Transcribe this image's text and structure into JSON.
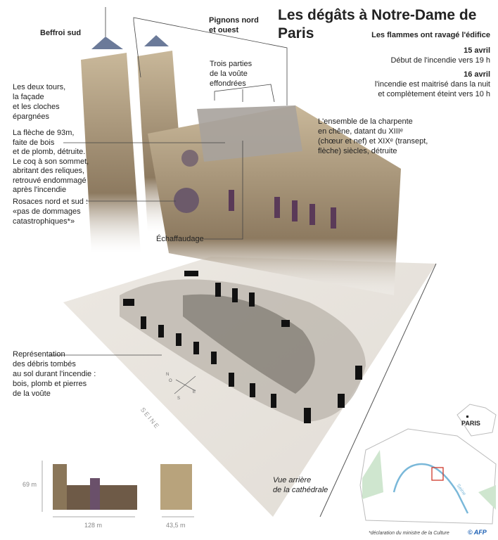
{
  "title": "Les dégâts à Notre-Dame de Paris",
  "subtitle": "Les flammes ont ravagé l'édifice",
  "timeline": [
    {
      "date": "15 avril",
      "text": [
        "Début de l'incendie vers 19 h"
      ]
    },
    {
      "date": "16 avril",
      "text": [
        "l'incendie est maitrisé dans la nuit",
        "et complètement éteint vers 10 h"
      ]
    }
  ],
  "labels": {
    "beffroi": "Beffroi sud",
    "pignons": [
      "Pignons nord",
      "et ouest"
    ],
    "voute": [
      "Trois parties",
      "de la voûte",
      "effondrées"
    ],
    "tours": [
      "Les deux tours,",
      "la façade",
      "et les cloches",
      "épargnées"
    ],
    "fleche": [
      "La flèche de 93m,",
      "faite de bois",
      "et de plomb, détruite.",
      "Le coq à son sommet,",
      "abritant des reliques,",
      "retrouvé endommagé",
      "après l'incendie"
    ],
    "rosaces": [
      "Rosaces nord et sud :",
      "«pas de dommages",
      "catastrophiques*»"
    ],
    "charpente": [
      "L'ensemble de la charpente",
      "en chêne, datant du XIIIᵉ",
      "(chœur et nef) et XIXᵉ (transept,",
      "flèche) siècles, détruite"
    ],
    "echaffaudage": "Échaffaudage",
    "debris": [
      "Représentation",
      "des débris tombés",
      "au sol durant l'incendie :",
      "bois, plomb et pierres",
      "de la voûte"
    ],
    "seine_river": "SEINE",
    "vue_arriere": [
      "Vue arrière",
      "de la cathédrale"
    ],
    "compass": {
      "n": "N",
      "o": "O",
      "e": "E",
      "s": "S"
    }
  },
  "dimensions": {
    "height": "69 m",
    "length": "128 m",
    "width": "43,5 m"
  },
  "map": {
    "city": "PARIS",
    "river": "Seine"
  },
  "footnote": "*déclaration du ministre de la Culture",
  "credit": "© AFP",
  "colors": {
    "highlight": "#d0392b",
    "river": "#7ab8d9",
    "park": "#cfe6cf"
  }
}
